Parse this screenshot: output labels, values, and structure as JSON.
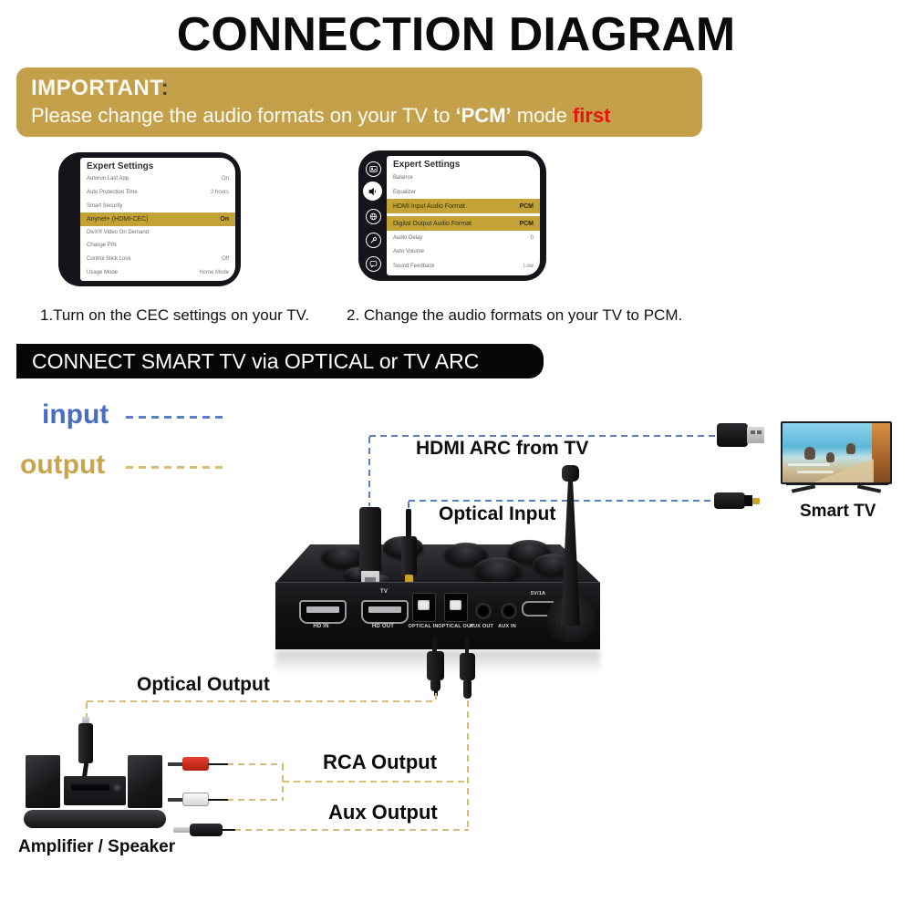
{
  "title": "CONNECTION DIAGRAM",
  "important": {
    "heading": "IMPORTANT",
    "colon": ":",
    "text1": "Please change the audio formats on your TV to ",
    "pcm": "‘PCM’",
    "text2": " mode ",
    "first": "first"
  },
  "tv_settings_1": {
    "title": "Expert Settings",
    "items": [
      {
        "label": "Autorun Last App",
        "value": "On"
      },
      {
        "label": "Auto Protection Time",
        "value": "2 hours"
      },
      {
        "label": "Smart Security",
        "value": ""
      },
      {
        "label": "Anynet+ (HDMI-CEC)",
        "value": "On"
      },
      {
        "label": "DivX® Video On Demand",
        "value": ""
      },
      {
        "label": "Change PIN",
        "value": ""
      },
      {
        "label": "Control Stick Lock",
        "value": "Off"
      },
      {
        "label": "Usage Mode",
        "value": "Home Mode"
      }
    ]
  },
  "tv_settings_2": {
    "title": "Expert Settings",
    "items": [
      {
        "label": "Balance",
        "value": ""
      },
      {
        "label": "Equalizer",
        "value": ""
      },
      {
        "label": "HDMI Input Audio Format",
        "value": "PCM"
      },
      {
        "label": "Digital Output Audio Format",
        "value": "PCM"
      },
      {
        "label": "Audio Delay",
        "value": "0"
      },
      {
        "label": "Auto Volume",
        "value": ""
      },
      {
        "label": "Sound Feedback",
        "value": "Low"
      }
    ]
  },
  "steps": {
    "step1": "1.Turn on the CEC settings on your TV.",
    "step2": "2. Change the audio formats on your TV to PCM."
  },
  "section_banner": "CONNECT SMART TV via OPTICAL or TV ARC",
  "legend": {
    "input": "input",
    "output": "output"
  },
  "connections": {
    "hdmi_arc": "HDMI ARC from TV",
    "optical_input": "Optical Input",
    "smart_tv": "Smart TV",
    "optical_output": "Optical Output",
    "rca_output": "RCA Output",
    "aux_output": "Aux Output",
    "amplifier": "Amplifier / Speaker"
  },
  "device": {
    "tv_label": "TV",
    "power_label": "5V/1A",
    "ports": [
      "HD IN",
      "HD OUT",
      "OPTICAL IN",
      "OPTICAL OUT",
      "AUX OUT",
      "AUX IN"
    ]
  },
  "colors": {
    "banner_gold": "#c5a04a",
    "highlight_gold": "#c3a335",
    "input_blue": "#4a6cc4",
    "output_gold": "#c9a44f",
    "dash_blue": "#5b7ec5",
    "dash_gold": "#d9bd74",
    "first_red": "#e8150f"
  }
}
